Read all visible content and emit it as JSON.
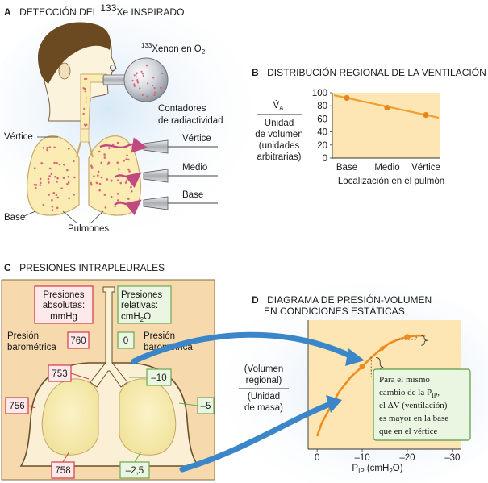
{
  "panel_a": {
    "letter": "A",
    "title_pre": "DETECCIÓN DEL ",
    "title_sup": "133",
    "title_post": "Xe INSPIRADO",
    "xenon_sup": "133",
    "xenon_main": "Xenon en O",
    "xenon_sub": "2",
    "counters_line1": "Contadores",
    "counters_line2": "de radiactividad",
    "vertice_left": "Vértice",
    "vertice_right": "Vértice",
    "medio": "Medio",
    "base_right": "Base",
    "base_left": "Base",
    "pulmones": "Pulmones"
  },
  "panel_b": {
    "letter": "B",
    "title": "DISTRIBUCIÓN REGIONAL DE LA VENTILACIÓN",
    "ylabel_top": "V̇",
    "ylabel_top_sub": "A",
    "ylabel_lines": [
      "Unidad",
      "de volumen",
      "(unidades",
      "arbitrarias)"
    ],
    "xlabel": "Localización en el pulmón",
    "chart_data": {
      "type": "line",
      "categories": [
        "Base",
        "Medio",
        "Vértice"
      ],
      "values": [
        92,
        77,
        66
      ],
      "ylim": [
        0,
        100
      ],
      "yticks": [
        0,
        20,
        40,
        60,
        80,
        100
      ],
      "colors": {
        "line": "#f0a030",
        "point": "#e8851e",
        "background": "#fde6b4"
      }
    }
  },
  "panel_c": {
    "letter": "C",
    "title": "PRESIONES INTRAPLEURALES",
    "abs_box": [
      "Presiones",
      "absolutas:",
      "mmHg"
    ],
    "rel_box": [
      "Presiones",
      "relativas:",
      "cmH",
      "2",
      "O"
    ],
    "baro_left": [
      "Presión",
      "barométrica"
    ],
    "baro_right": [
      "Presión",
      "barométrica"
    ],
    "abs_values": {
      "baro": "760",
      "top": "753",
      "mid": "756",
      "bottom": "758"
    },
    "rel_values": {
      "baro": "0",
      "top": "–10",
      "mid": "–5",
      "bottom": "–2,5"
    }
  },
  "panel_d": {
    "letter": "D",
    "title_line1": "DIAGRAMA DE PRESIÓN-VOLUMEN",
    "title_line2": "EN CONDICIONES ESTÁTICAS",
    "ylabel_top": [
      "(Volumen",
      "regional)"
    ],
    "ylabel_bottom": [
      "(Unidad",
      "de masa)"
    ],
    "xlabel_main": "P",
    "xlabel_sub": "IP",
    "xlabel_unit_pre": " (cmH",
    "xlabel_unit_sub": "2",
    "xlabel_unit_post": "O)",
    "note_line1": "Para el mismo",
    "note_line2_pre": "cambio de la P",
    "note_line2_sub": "IP",
    "note_line2_post": ",",
    "note_line3": "el ΔV (ventilación)",
    "note_line4": "es mayor en la base",
    "note_line5": "que en el vértice",
    "chart_data": {
      "type": "line",
      "xticks": [
        "0",
        "–10",
        "–20",
        "–30"
      ],
      "x": [
        0,
        -1,
        -3,
        -5,
        -7.5,
        -10,
        -12,
        -14,
        -16,
        -18,
        -20,
        -22,
        -24
      ],
      "y": [
        0.1,
        0.2,
        0.33,
        0.45,
        0.56,
        0.64,
        0.71,
        0.77,
        0.82,
        0.85,
        0.87,
        0.88,
        0.88
      ],
      "xlim": [
        2,
        -32
      ],
      "colors": {
        "curve": "#f08c1e",
        "background": "#fde6b4",
        "note": "#eaf6e2"
      }
    }
  },
  "colors": {
    "tissue": "#fbecb3",
    "tissue_edge": "#c8a868",
    "dot": "#d9657a",
    "panel_c_bg": "#f6d9ad",
    "arrow_blue": "#3a86c8",
    "arrow_pink": "#c04a80"
  }
}
